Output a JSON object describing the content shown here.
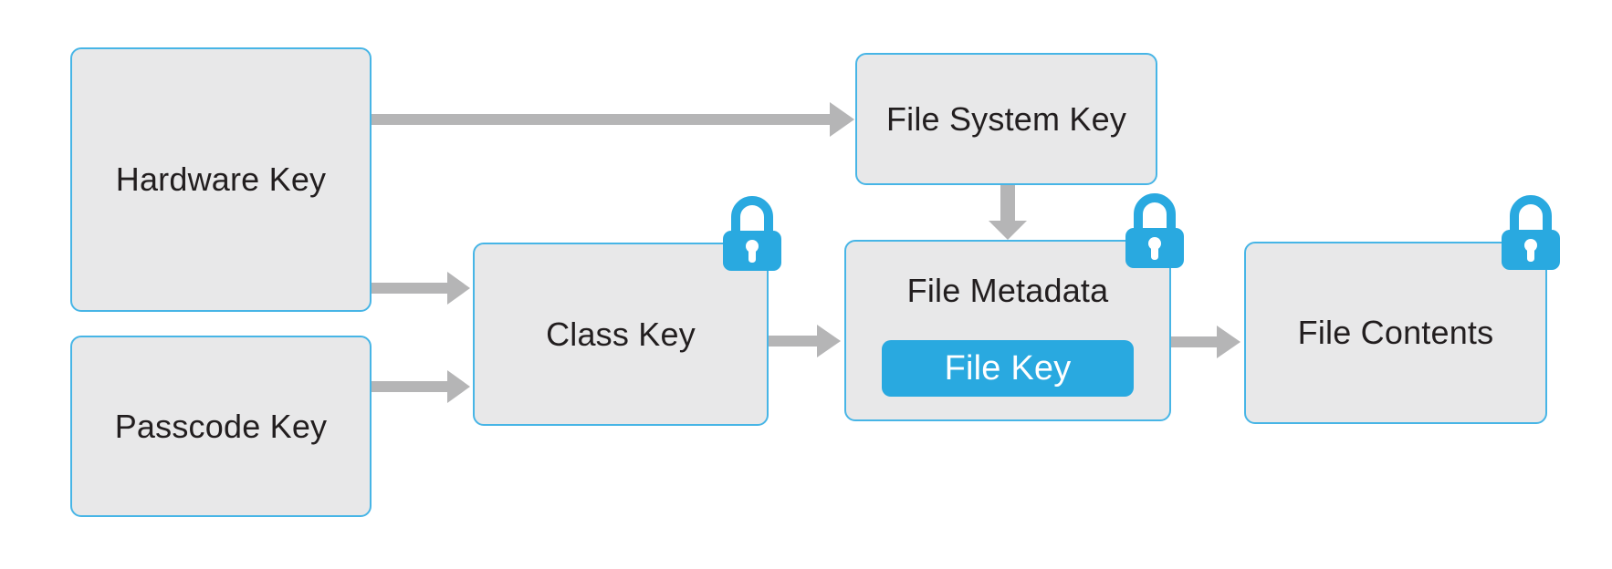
{
  "diagram": {
    "type": "flowchart",
    "nodes": {
      "hardware_key": {
        "label": "Hardware Key",
        "locked": false
      },
      "passcode_key": {
        "label": "Passcode Key",
        "locked": false
      },
      "class_key": {
        "label": "Class Key",
        "locked": true
      },
      "file_system_key": {
        "label": "File System Key",
        "locked": false
      },
      "file_metadata": {
        "label": "File Metadata",
        "locked": true
      },
      "file_key": {
        "label": "File Key"
      },
      "file_contents": {
        "label": "File Contents",
        "locked": true
      }
    },
    "edges": [
      {
        "from": "Hardware Key",
        "to": "File System Key"
      },
      {
        "from": "Hardware Key",
        "to": "Class Key"
      },
      {
        "from": "Passcode Key",
        "to": "Class Key"
      },
      {
        "from": "Class Key",
        "to": "File Metadata"
      },
      {
        "from": "File System Key",
        "to": "File Metadata"
      },
      {
        "from": "File Metadata",
        "to": "File Contents"
      }
    ],
    "colors": {
      "box_fill": "#e8e8e9",
      "box_border": "#47b5e6",
      "accent_blue": "#29a9e0",
      "arrow_gray": "#b5b5b6",
      "text": "#221e1f",
      "file_key_text": "#ffffff"
    }
  }
}
